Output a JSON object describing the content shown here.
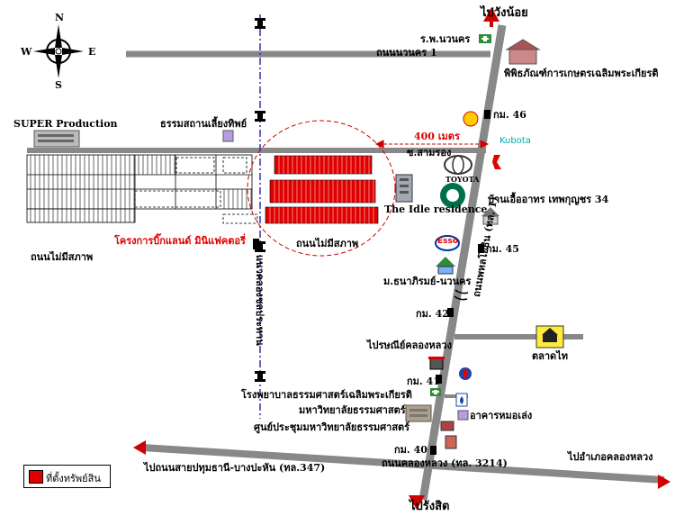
{
  "labels": {
    "north": "N",
    "south": "S",
    "east": "E",
    "west": "W",
    "to_wangnoi": "ไปวังน้อย",
    "hospital_nawanakorn": "ร.พ.นวนคร",
    "road_nawanakorn1": "ถนนนวนคร 1",
    "museum": "พิพิธภัณฑ์การเกษตรเฉลิมพระเกียรติ",
    "km46": "กม. 46",
    "super_production": "SUPER Production",
    "dharma_center": "ธรรมสถานเลี้ยงทิพย์",
    "distance_400m": "400 เมตร",
    "soi_samrong": "ซ.สามรอง",
    "toyota": "TOYOTA",
    "kubota": "Kubota",
    "idle_residence": "The Idle residence",
    "phahonyothin": "ถนนพหลโยธิน (ทล. 1)",
    "baan_uea_athon": "บ้านเอื้ออาทร เทพกุญชร 34",
    "project_name": "โครงการบิ๊กแลนด์ มินิแฟคตอรี่",
    "road_public_center": "ถนนไม่มีสภาพ",
    "road_public_left": "ถนนไม่มีสภาพ",
    "esso": "Esso",
    "km45": "กม. 45",
    "canal_road": "แนวคลองชลประทาน",
    "village_thanarom": "ม.ธนาภิรมย์-นวนคร",
    "km42": "กม. 42",
    "khlong_luang_post": "ไปรษณีย์คลองหลวง",
    "talad_thai": "ตลาดไท",
    "km41": "กม. 41",
    "thammasat_hospital": "โรงพยาบาลธรรมศาสตร์เฉลิมพระเกียรติ",
    "thammasat_univ": "มหาวิทยาลัยธรรมศาสตร์",
    "building_mo_leng": "อาคารหมอเล่ง",
    "thammasat_convention": "ศูนย์ประชุมมหาวิทยาลัยธรรมศาสตร์",
    "km40": "กม. 40",
    "road_khlong_luang": "ถนนคลองหลวง (ทล. 3214)",
    "to_pathum_road": "ไปถนนสายปทุมธานี-บางปะหัน (ทล.347)",
    "to_amphoe_khlong_luang": "ไปอำเภอคลองหลวง",
    "to_rangsit": "ไปรังสิต",
    "legend_property": "ที่ตั้งทรัพย์สิน"
  },
  "colors": {
    "road": "#888888",
    "property": "#e00000",
    "arrow": "#d00000",
    "circle": "#d00000",
    "canal": "#3333aa"
  }
}
